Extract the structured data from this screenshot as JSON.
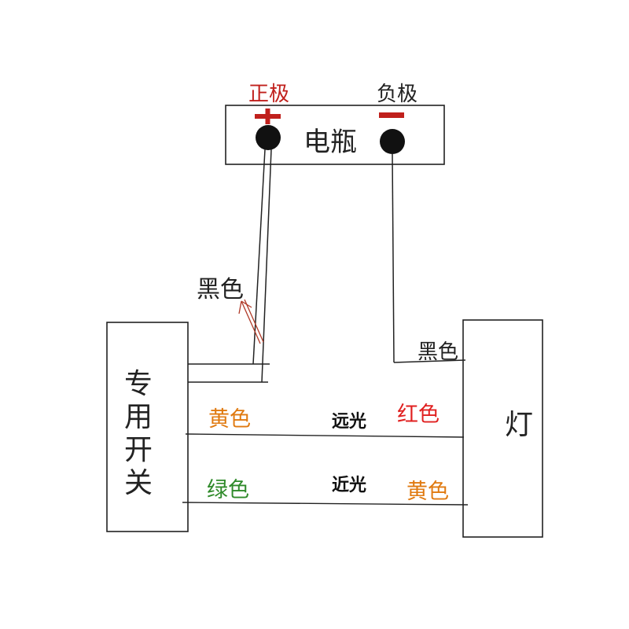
{
  "battery": {
    "label": "电瓶",
    "positive_label": "正极",
    "negative_label": "负极",
    "positive_symbol": "+",
    "negative_symbol": "−"
  },
  "switch": {
    "label_chars": [
      "专",
      "用",
      "开",
      "关"
    ]
  },
  "lamp": {
    "label": "灯"
  },
  "wires": {
    "black_label_left": "黑色",
    "black_label_right": "黑色",
    "high_beam": {
      "label": "远光",
      "switch_color_label": "黄色",
      "lamp_color_label": "红色"
    },
    "low_beam": {
      "label": "近光",
      "switch_color_label": "绿色",
      "lamp_color_label": "黄色"
    }
  },
  "colors": {
    "red": "#c0201c",
    "bright_red": "#e02020",
    "orange": "#e07a10",
    "green": "#2f8a2a",
    "brown_red": "#a03020",
    "line": "#222222"
  }
}
